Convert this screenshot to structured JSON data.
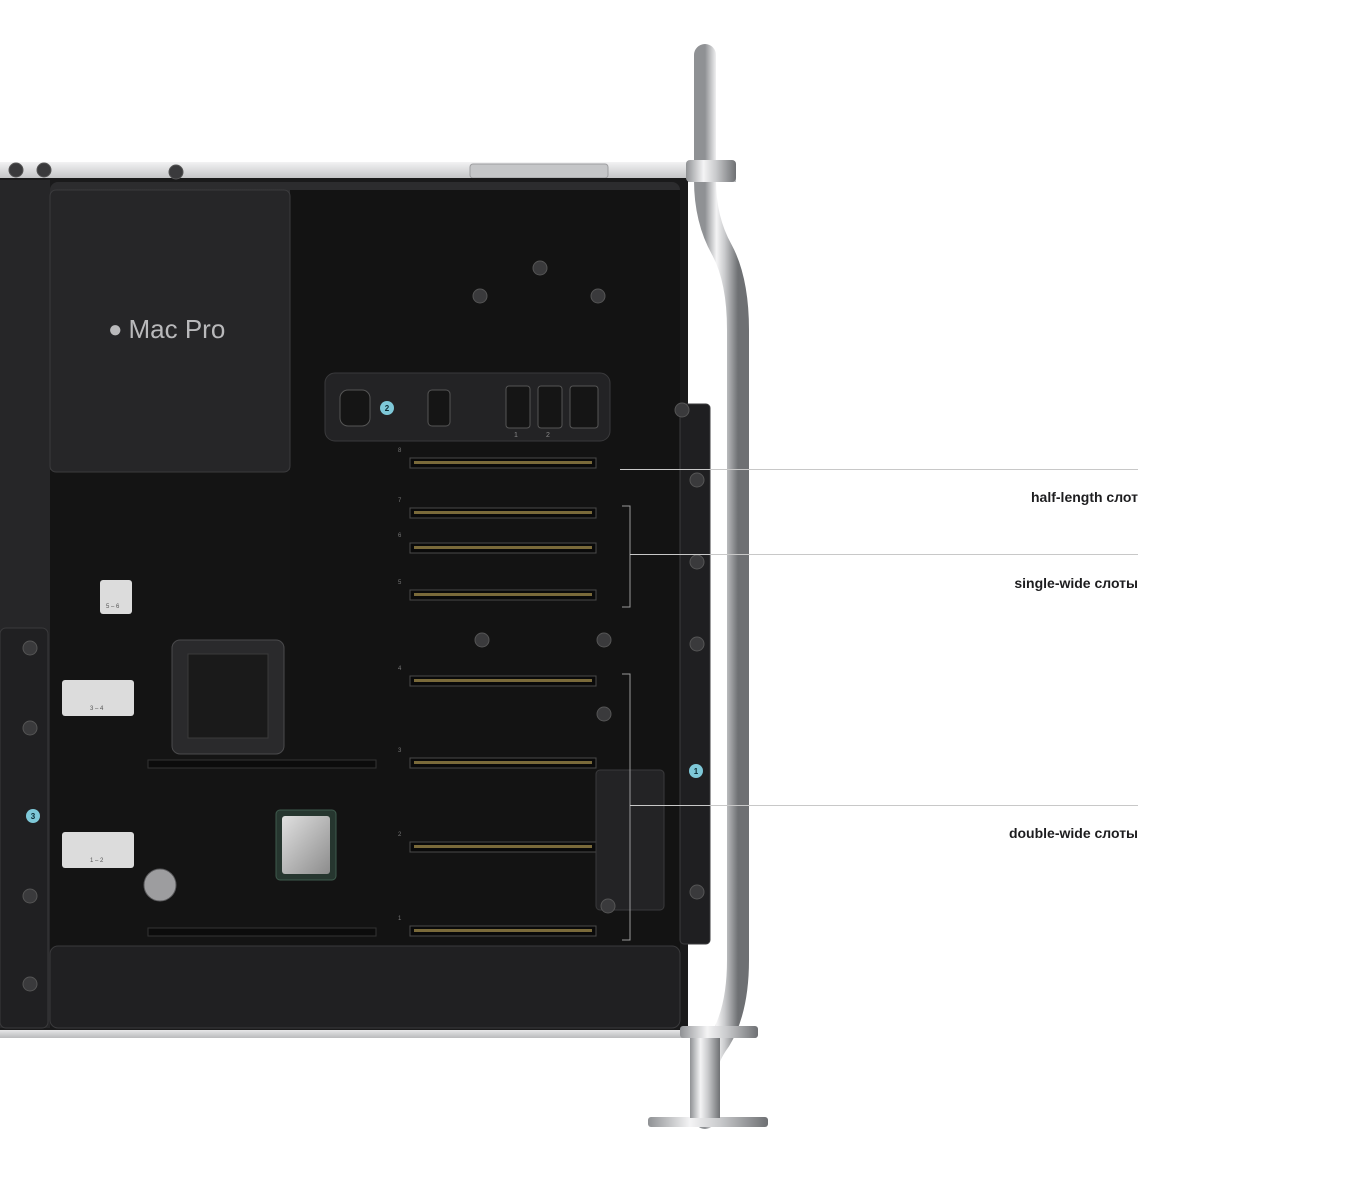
{
  "brand": {
    "logo_icon": "apple-logo-icon",
    "name": "Mac Pro"
  },
  "callouts": [
    {
      "label": "half-length слот"
    },
    {
      "label": "single-wide слоты"
    },
    {
      "label": "double-wide слоты"
    }
  ],
  "markers": [
    "1",
    "2",
    "3"
  ],
  "ports": {
    "left": "1",
    "right": "2"
  },
  "dimm_labels": [
    "5 – 6",
    "3 – 4",
    "1 – 2"
  ],
  "pcie_slot_numbers": [
    "8",
    "7",
    "6",
    "5",
    "4",
    "3",
    "2",
    "1"
  ],
  "colors": {
    "chassis": "#222224",
    "board": "#151515",
    "aluminum": "#d8d9db",
    "marker": "#7ec8d8",
    "text": "#1d1d1f"
  }
}
